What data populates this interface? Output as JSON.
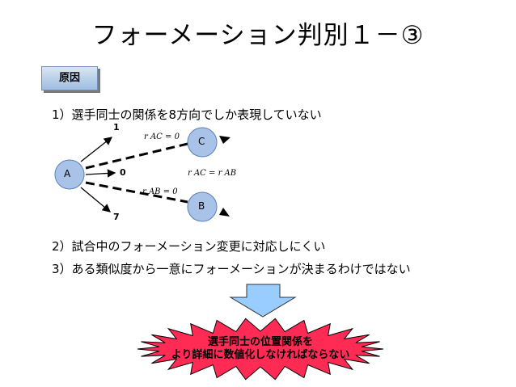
{
  "title": "フォーメーション判別１－③",
  "badge": "原因",
  "lines": [
    "1）選手同士の関係を8方向でしか表現していない",
    "2）試合中のフォーメーション変更に対応しにくい",
    "3）ある類似度から一意にフォーメーションが決まるわけではない"
  ],
  "diagram": {
    "nodes": {
      "a": "A",
      "b": "B",
      "c": "C"
    },
    "direction_labels": {
      "up": "1",
      "right": "0",
      "down": "7"
    },
    "eq_ac": "r AC = 0",
    "eq_ab": "r AB = 0",
    "eq_relation": "r AC = r AB"
  },
  "conclusion": {
    "line1": "選手同士の位置関係を",
    "line2": "より詳細に数値化しなければならない"
  },
  "colors": {
    "node_fill": "#a9c3e8",
    "node_stroke": "#5a7fb5",
    "arrow_fill": "#99ccff",
    "star_fill": "#ff2b55"
  }
}
